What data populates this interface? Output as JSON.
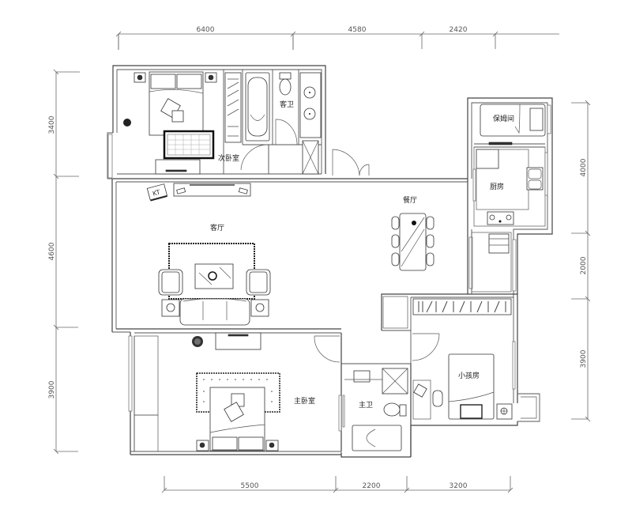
{
  "drawing": {
    "type": "apartment floor plan",
    "units": "mm"
  },
  "dimensions": {
    "top": [
      "6400",
      "4580",
      "2420"
    ],
    "bottom": [
      "5500",
      "2200",
      "3200"
    ],
    "left": [
      "3400",
      "4600",
      "3900"
    ],
    "right": [
      "4000",
      "2000",
      "3900"
    ]
  },
  "rooms": {
    "secondary_bedroom": "次卧室",
    "guest_bath": "客卫",
    "living_room": "客厅",
    "dining_room": "餐厅",
    "maid_room": "保姆间",
    "kitchen": "厨房",
    "master_bedroom": "主卧室",
    "master_bath": "主卫",
    "kids_room": "小孩房"
  },
  "furniture": {
    "tv_cabinet_tag": "KT"
  }
}
